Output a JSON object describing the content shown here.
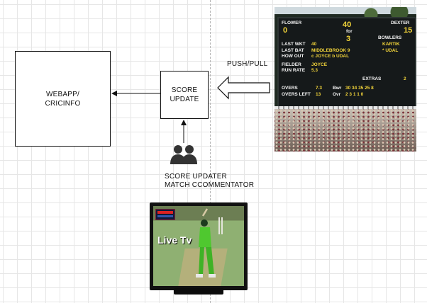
{
  "diagram": {
    "webapp_label": "WEBAPP/\nCRICINFO",
    "score_update_label": "SCORE\nUPDATE",
    "push_pull_label": "PUSH/PULL",
    "updater_label": "SCORE UPDATER\nMATCH CCOMMENTATOR"
  },
  "scoreboard": {
    "home_team": "FLOWER",
    "home_score": "0",
    "total": "40",
    "for_label": "for",
    "wickets": "3",
    "away_team": "DEXTER",
    "away_score": "15",
    "bowlers_label": "BOWLERS",
    "bowler1": "KARTIK",
    "bowler2": "* UDAL",
    "last_wkt_label": "LAST WKT",
    "last_wkt_value": "40",
    "last_bat_label": "LAST BAT",
    "last_bat_value": "MIDDLEBROOK 9",
    "how_out_label": "HOW OUT",
    "how_out_value": "c JOYCE b UDAL",
    "fielder_label": "FIELDER",
    "fielder_value": "JOYCE",
    "run_rate_label": "RUN RATE",
    "run_rate_value": "5.3",
    "extras_label": "EXTRAS",
    "extras_value": "2",
    "overs_label": "OVERS",
    "overs_value": "7.3",
    "overs_left_label": "OVERS LEFT",
    "overs_left_value": "13",
    "bwr_label": "Bwr",
    "bwr_values": "30 34 35 25 8",
    "ovr_label": "Ovr",
    "ovr_values": "2 3 1 1 0"
  },
  "tv": {
    "live_label": "Live Tv"
  },
  "icons": {
    "users": "users-icon",
    "arrow": "hollow-arrow-left-icon"
  },
  "colors": {
    "line": "#111111",
    "grid": "#e6e6e6",
    "arrow_fill": "#ffffff"
  }
}
